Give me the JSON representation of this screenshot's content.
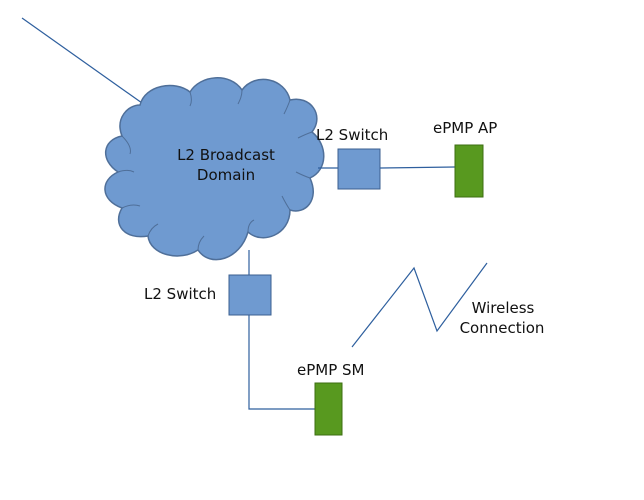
{
  "diagram": {
    "cloud": {
      "label_line1": "L2 Broadcast",
      "label_line2": "Domain",
      "fill": "#6f9ad0",
      "stroke": "#4f6f99"
    },
    "switch_right": {
      "label": "L2 Switch",
      "fill": "#6f9ad0",
      "stroke": "#3b5f8f"
    },
    "switch_bottom": {
      "label": "L2 Switch",
      "fill": "#6f9ad0",
      "stroke": "#3b5f8f"
    },
    "ap": {
      "label": "ePMP AP",
      "fill": "#58991f",
      "stroke": "#3d6e12"
    },
    "sm": {
      "label": "ePMP SM",
      "fill": "#58991f",
      "stroke": "#3d6e12"
    },
    "wireless": {
      "label_line1": "Wireless",
      "label_line2": "Connection"
    },
    "line_color": "#2e5f9e"
  }
}
